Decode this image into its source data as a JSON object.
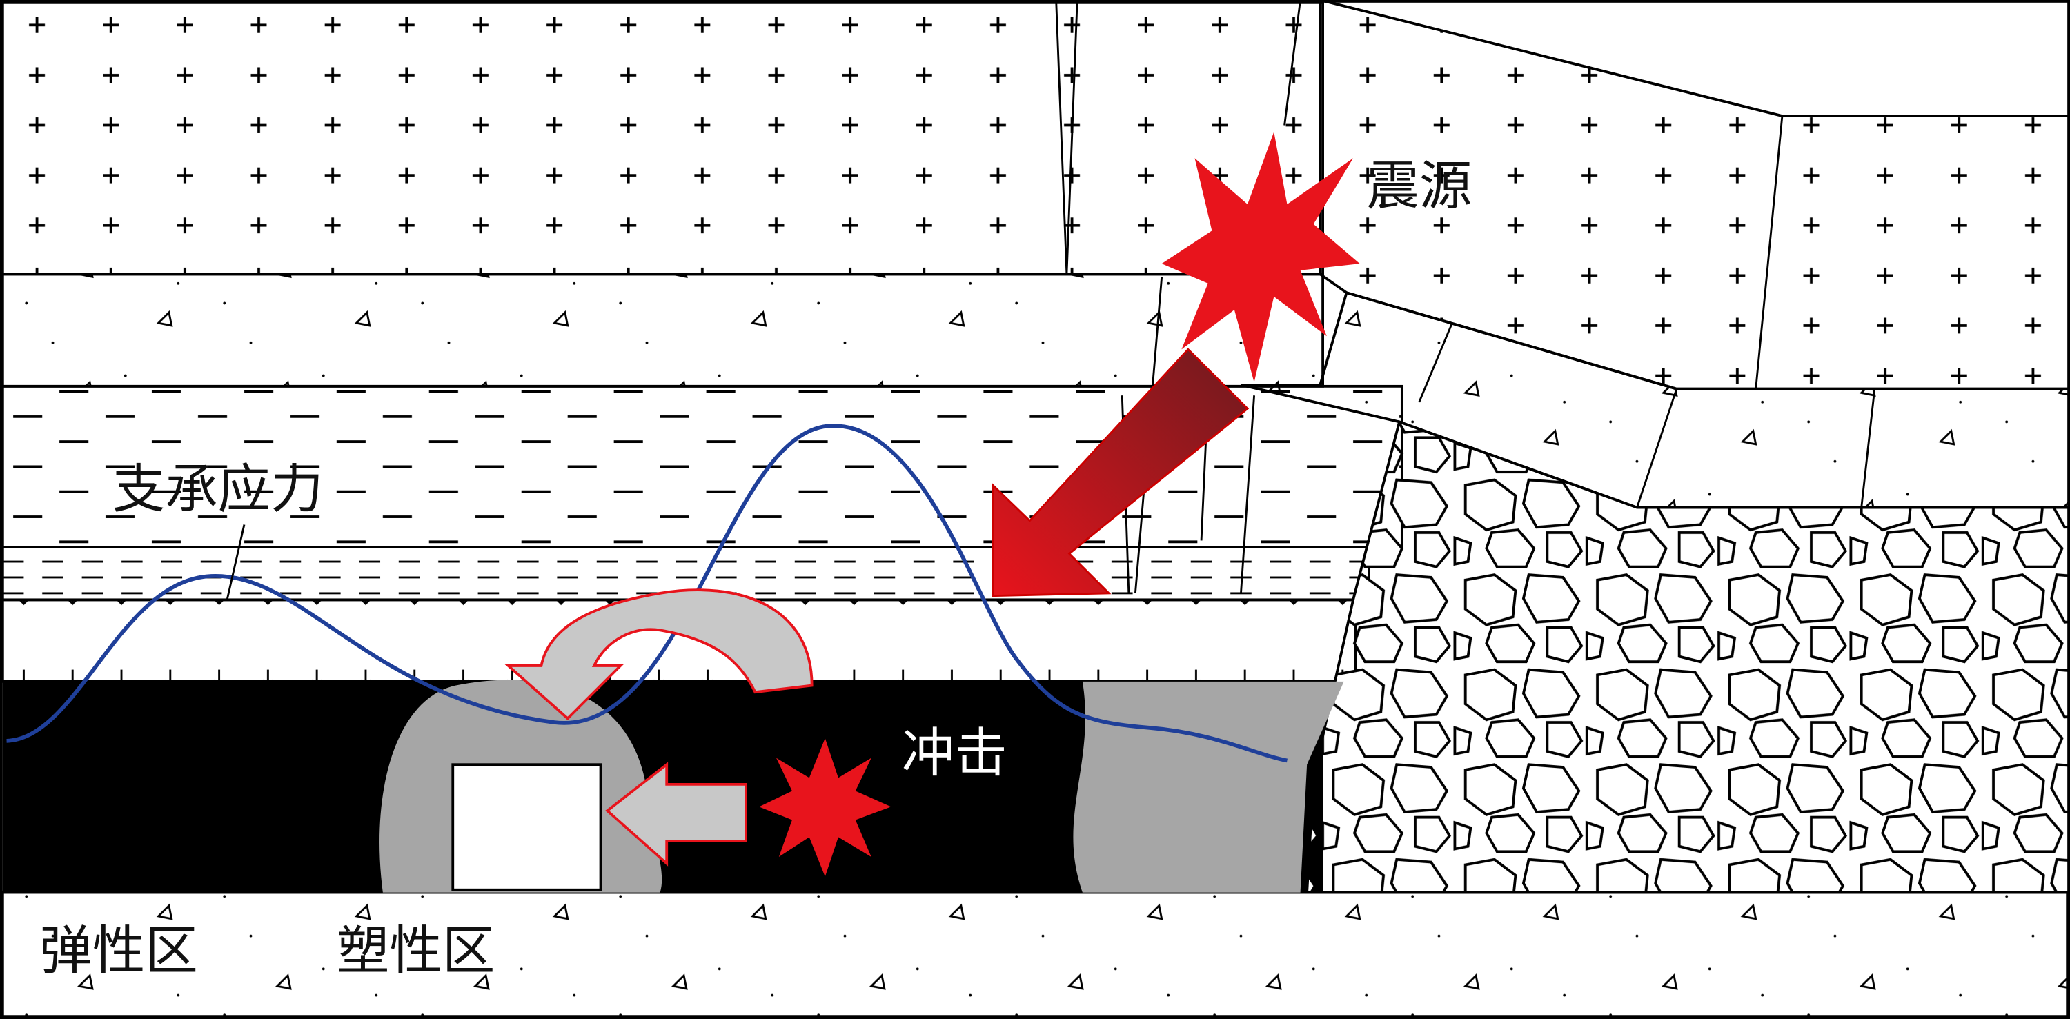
{
  "labels": {
    "source": "震源",
    "abutment_stress": "支承应力",
    "impact": "冲击",
    "elastic_zone": "弹性区",
    "plastic_zone": "塑性区"
  },
  "colors": {
    "stress_curve": "#1f3f99",
    "burst": "#e8141c",
    "arrow_dark": "#7a1a1e",
    "coal": "#000000",
    "plastic_grey": "#a6a6a6"
  }
}
